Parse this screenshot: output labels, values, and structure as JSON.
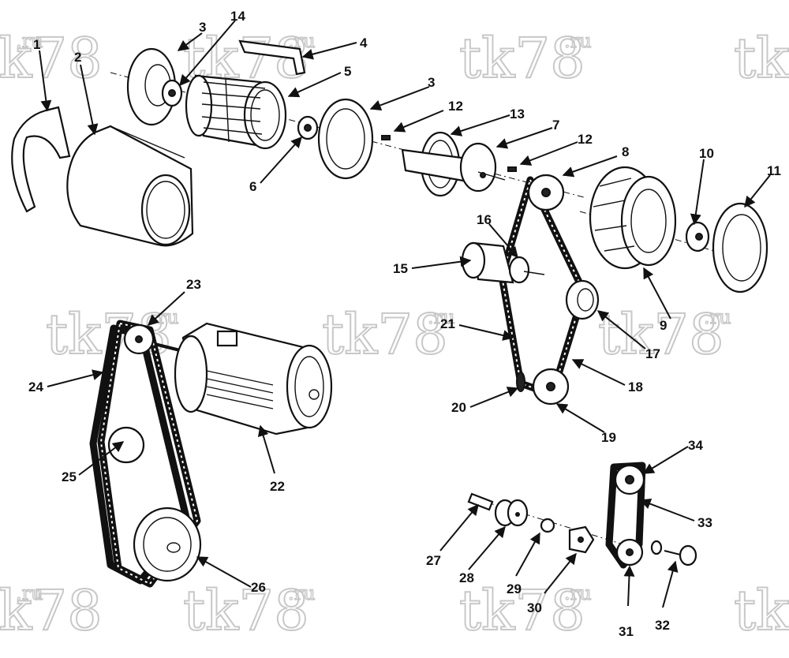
{
  "watermark": {
    "text": "tk78",
    "suffix": ".ru"
  },
  "callouts": [
    {
      "id": "1",
      "label": "1"
    },
    {
      "id": "2",
      "label": "2"
    },
    {
      "id": "3a",
      "label": "3"
    },
    {
      "id": "14",
      "label": "14"
    },
    {
      "id": "4",
      "label": "4"
    },
    {
      "id": "5",
      "label": "5"
    },
    {
      "id": "3b",
      "label": "3"
    },
    {
      "id": "12a",
      "label": "12"
    },
    {
      "id": "13",
      "label": "13"
    },
    {
      "id": "7",
      "label": "7"
    },
    {
      "id": "12b",
      "label": "12"
    },
    {
      "id": "8",
      "label": "8"
    },
    {
      "id": "10",
      "label": "10"
    },
    {
      "id": "11",
      "label": "11"
    },
    {
      "id": "6",
      "label": "6"
    },
    {
      "id": "16",
      "label": "16"
    },
    {
      "id": "15",
      "label": "15"
    },
    {
      "id": "9",
      "label": "9"
    },
    {
      "id": "17",
      "label": "17"
    },
    {
      "id": "21",
      "label": "21"
    },
    {
      "id": "18",
      "label": "18"
    },
    {
      "id": "20",
      "label": "20"
    },
    {
      "id": "19",
      "label": "19"
    },
    {
      "id": "23",
      "label": "23"
    },
    {
      "id": "24",
      "label": "24"
    },
    {
      "id": "22",
      "label": "22"
    },
    {
      "id": "25",
      "label": "25"
    },
    {
      "id": "26",
      "label": "26"
    },
    {
      "id": "34",
      "label": "34"
    },
    {
      "id": "33",
      "label": "33"
    },
    {
      "id": "27",
      "label": "27"
    },
    {
      "id": "28",
      "label": "28"
    },
    {
      "id": "29",
      "label": "29"
    },
    {
      "id": "30",
      "label": "30"
    },
    {
      "id": "31",
      "label": "31"
    },
    {
      "id": "32",
      "label": "32"
    }
  ]
}
